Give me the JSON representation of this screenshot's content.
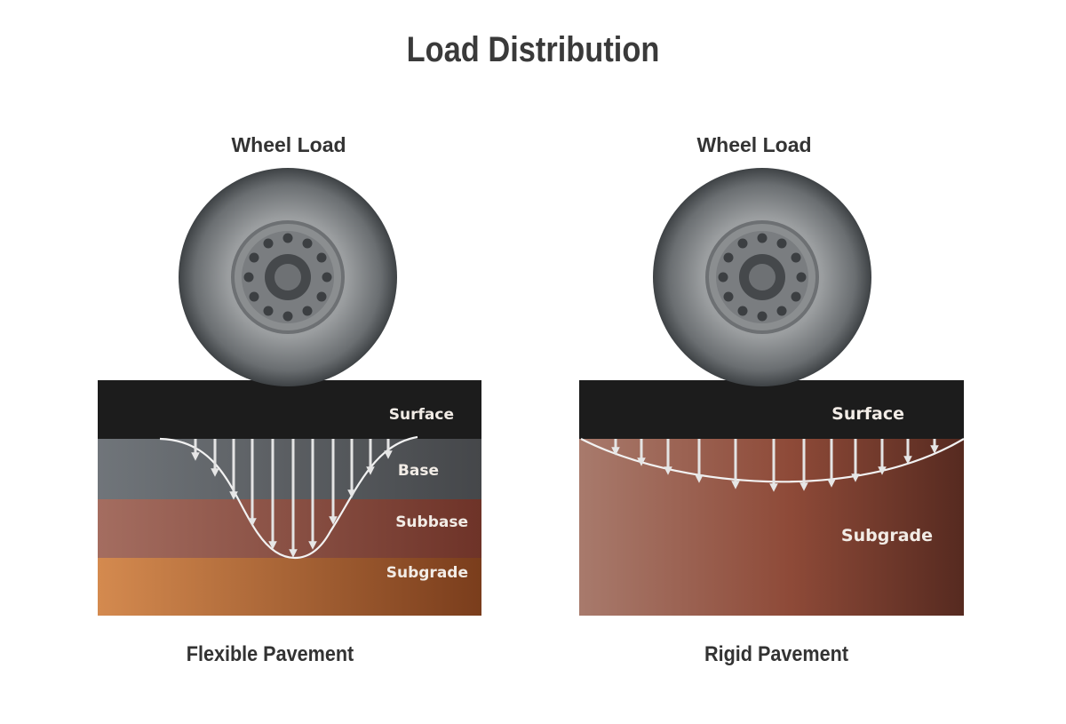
{
  "title": "Load Distribution",
  "panels": {
    "flexible": {
      "wheel_label": "Wheel Load",
      "caption": "Flexible Pavement",
      "layers": [
        "Surface",
        "Base",
        "Subbase",
        "Subgrade"
      ]
    },
    "rigid": {
      "wheel_label": "Wheel Load",
      "caption": "Rigid Pavement",
      "layers": [
        "Surface",
        "Subgrade"
      ]
    }
  },
  "colors": {
    "surface": "#1c1c1c",
    "base": "#5c5f62",
    "subbase": "#8a4a3c",
    "subgrade_flexible": "#b8692e",
    "subgrade_rigid": "#8e4a38",
    "arrow": "#e4e4e4",
    "tire": "#6e7275"
  },
  "icons": [
    "wheel-icon",
    "load-arrow-icon"
  ]
}
